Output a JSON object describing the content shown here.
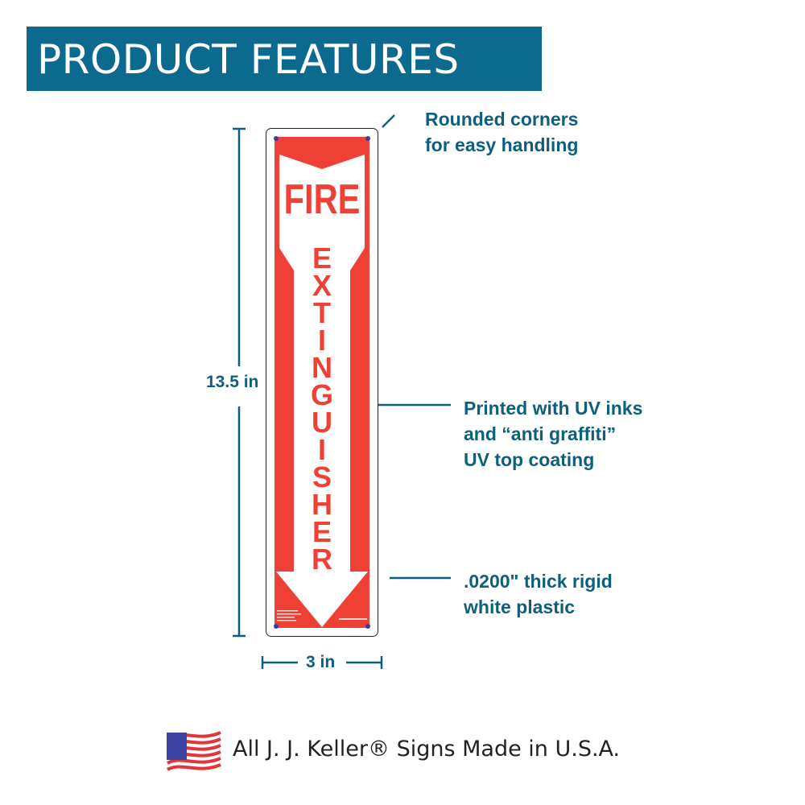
{
  "header": {
    "title": "PRODUCT FEATURES",
    "background": "#0b6a8e"
  },
  "sign": {
    "line1": "FIRE",
    "line2_letters": [
      "E",
      "X",
      "T",
      "I",
      "N",
      "G",
      "U",
      "I",
      "S",
      "H",
      "E",
      "R"
    ],
    "red": "#ef4035"
  },
  "dimensions": {
    "height": "13.5 in",
    "width": "3 in"
  },
  "callouts": [
    {
      "lines": [
        "Rounded corners",
        "for easy handling"
      ]
    },
    {
      "lines": [
        "Printed with UV inks",
        "and “anti graffiti”",
        "UV top coating"
      ]
    },
    {
      "lines": [
        ".0200\" thick rigid",
        "white plastic"
      ]
    }
  ],
  "footer": {
    "text": "All J. J. Keller® Signs Made in U.S.A.",
    "icon": "us-flag-icon"
  }
}
